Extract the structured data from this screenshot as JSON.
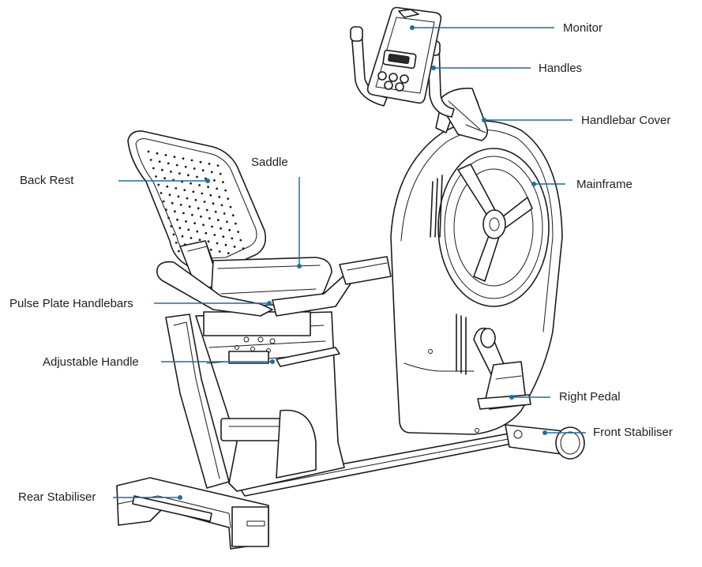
{
  "colors": {
    "leader": "#1a6fa3",
    "line_art": "#1c1c1c",
    "label_text": "#1f1f1f"
  },
  "labels": {
    "monitor": "Monitor",
    "handles": "Handles",
    "handlebar_cover": "Handlebar Cover",
    "mainframe": "Mainframe",
    "back_rest": "Back Rest",
    "saddle": "Saddle",
    "pulse_plate_handlebars": "Pulse Plate Handlebars",
    "adjustable_handle": "Adjustable Handle",
    "right_pedal": "Right Pedal",
    "front_stabiliser": "Front Stabiliser",
    "rear_stabiliser": "Rear Stabiliser"
  }
}
